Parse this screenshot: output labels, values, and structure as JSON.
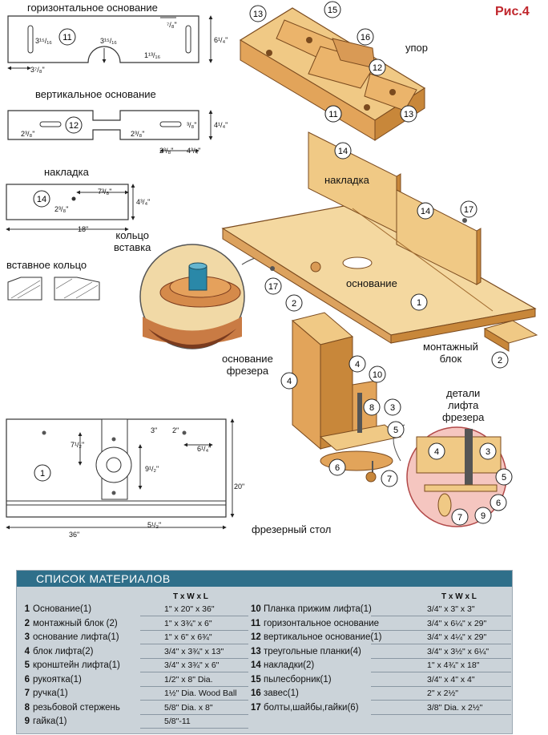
{
  "figure_label": "Рис.4",
  "labels": {
    "horizontal_base": "горизонтальное основание",
    "vertical_base": "вертикальное основание",
    "overlay": "накладка",
    "insert_ring": "вставное кольцо",
    "ring_insert": "кольцо\nвставка",
    "router_base": "основание\nфрезера",
    "router_table": "фрезерный стол",
    "fence": "упор",
    "overlay_3d": "накладка",
    "base_3d": "основание",
    "mounting_block": "монтажный\nблок",
    "lift_details": "детали\nлифта\nфрезера"
  },
  "dimensions": {
    "hb_a": "3¹⁵/₁₆",
    "hb_b": "3¹⁵/₁₆",
    "hb_c": "1¹³/₁₆",
    "hb_d": "⁷/₈\"",
    "hb_e": "3⁷/₈\"",
    "hb_height": "6¹/₄\"",
    "vb_a": "2³/₈\"",
    "vb_b": "2³/₈\"",
    "vb_c": "³/₈\"",
    "vb_d": "2³/₈\"",
    "vb_e": "4³/₄\"",
    "vb_height": "4¹/₄\"",
    "ov_a": "7³/₈\"",
    "ov_b": "2³/₈\"",
    "ov_height": "4³/₄\"",
    "ov_length": "18\"",
    "rt_a": "7¹/₂\"",
    "rt_b": "3\"",
    "rt_c": "2\"",
    "rt_d": "6¹/₄\"",
    "rt_e": "9¹/₂\"",
    "rt_width": "20\"",
    "rt_f": "5¹/₂\"",
    "rt_length": "36\""
  },
  "callouts": [
    "11",
    "11",
    "12",
    "14",
    "1",
    "13",
    "15",
    "16",
    "12",
    "11",
    "13",
    "14",
    "14",
    "17",
    "17",
    "1",
    "2",
    "2",
    "4",
    "4",
    "10",
    "8",
    "3",
    "5",
    "6",
    "7",
    "4",
    "3",
    "5",
    "6",
    "7",
    "9"
  ],
  "materials": {
    "title": "СПИСОК МАТЕРИАЛОВ",
    "col_header": "T x W x L",
    "left": [
      {
        "num": "1",
        "name": "Основание(1)",
        "size": "1\" x 20\" x 36\""
      },
      {
        "num": "2",
        "name": "монтажный блок (2)",
        "size": "1\" x 3¾\" x 6\""
      },
      {
        "num": "3",
        "name": "основание лифта(1)",
        "size": "1\" x 6\" x 6¾\""
      },
      {
        "num": "4",
        "name": "блок лифта(2)",
        "size": "3/4\" x 3¾\" x 13\""
      },
      {
        "num": "5",
        "name": "кронштейн лифта(1)",
        "size": "3/4\" x 3¾\" x 6\""
      },
      {
        "num": "6",
        "name": "рукоятка(1)",
        "size": "1/2\" x 8\" Dia."
      },
      {
        "num": "7",
        "name": "ручка(1)",
        "size": "1½\" Dia. Wood Ball"
      },
      {
        "num": "8",
        "name": "резьбовой стержень",
        "size": "5/8\" Dia. x 8\""
      },
      {
        "num": "9",
        "name": "гайка(1)",
        "size": "5/8\"-11"
      }
    ],
    "right": [
      {
        "num": "10",
        "name": "Планка прижим лифта(1)",
        "size": "3/4\" x 3\" x 3\""
      },
      {
        "num": "11",
        "name": "горизонтальное основание",
        "size": "3/4\" x 6¼\" x 29\""
      },
      {
        "num": "12",
        "name": "вертикальное основание(1)",
        "size": "3/4\" x 4¼\" x 29\""
      },
      {
        "num": "13",
        "name": "треугольные планки(4)",
        "size": "3/4\" x 3½\" x 6¼\""
      },
      {
        "num": "14",
        "name": "накладки(2)",
        "size": "1\" x 4¾\" x 18\""
      },
      {
        "num": "15",
        "name": "пылесборник(1)",
        "size": "3/4\" x 4\" x 4\""
      },
      {
        "num": "16",
        "name": "завес(1)",
        "size": "2\" x 2½\""
      },
      {
        "num": "17",
        "name": "болты,шайбы,гайки(6)",
        "size": "3/8\" Dia. x 2½\""
      }
    ]
  },
  "colors": {
    "wood_light": "#f3d49a",
    "wood_mid": "#e8b86a",
    "wood_dark": "#c8873a",
    "accent_red": "#c0262c",
    "table_header": "#2f6f8a",
    "table_bg": "#cbd3d9",
    "zoom_pink": "#f5c6c0"
  }
}
